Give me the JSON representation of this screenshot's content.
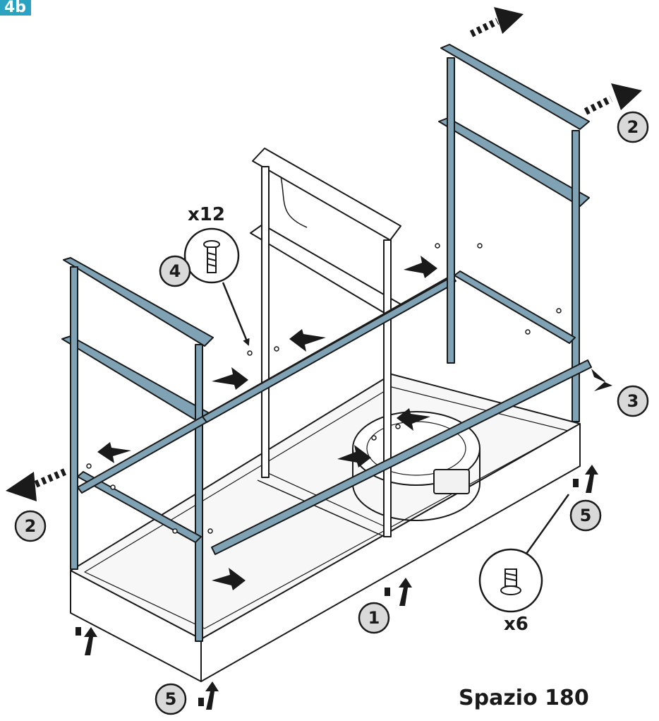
{
  "step_badge": "4b",
  "product_name": "Spazio 180",
  "screw_small": {
    "quantity": "x12",
    "callout": "4"
  },
  "screw_foot": {
    "quantity": "x6",
    "callout": "5"
  },
  "callouts": [
    "1",
    "2",
    "2",
    "3",
    "5"
  ],
  "colors": {
    "frame": "#7fa3b5",
    "frame_dark": "#56798b",
    "badge": "#2aa3c2",
    "stroke": "#1a1a1a",
    "circle_fill": "#d9d9d9"
  }
}
